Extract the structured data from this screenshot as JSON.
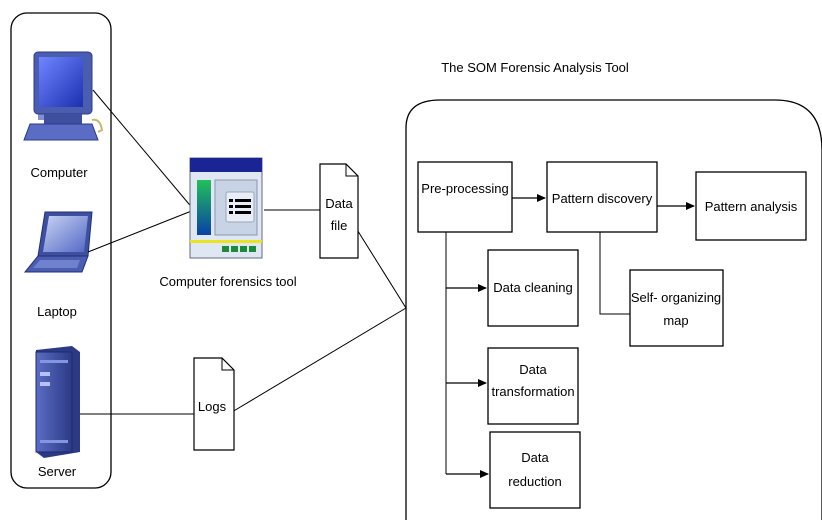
{
  "devices": {
    "computer_label": "Computer",
    "laptop_label": "Laptop",
    "server_label": "Server"
  },
  "forensics_tool": {
    "label": "Computer forensics tool"
  },
  "documents": {
    "data_file_line1": "Data",
    "data_file_line2": "file",
    "logs_label": "Logs"
  },
  "som_tool": {
    "title": "The SOM Forensic Analysis Tool",
    "pre_processing": "Pre-processing",
    "pattern_discovery": "Pattern discovery",
    "pattern_analysis": "Pattern analysis",
    "data_cleaning": "Data cleaning",
    "data_transformation_line1": "Data",
    "data_transformation_line2": "transformation",
    "data_reduction_line1": "Data",
    "data_reduction_line2": "reduction",
    "som_line1": "Self- organizing",
    "som_line2": "map"
  },
  "colors": {
    "tool_title_bar": "#1a2494",
    "tool_panel": "#c8d4e6",
    "tool_bar_green": "#1c8a3a",
    "tool_footer": "#e8e420",
    "device_blue": "#4a5db0",
    "monitor_screen": "#2a47c8",
    "server_body": "#3d4f9e"
  }
}
